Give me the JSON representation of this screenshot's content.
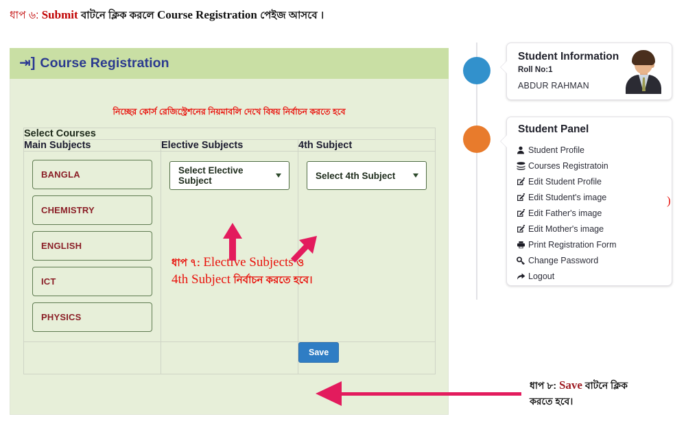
{
  "annotations": {
    "step6": {
      "prefix": "ধাপ ৬:",
      "en_red": "Submit",
      "bn_mid": "বাটনে ক্লিক করলে",
      "en_dark": "Course Registration",
      "bn_end": "পেইজ আসবে  ।"
    },
    "step7": {
      "line1_prefix": "ধাপ ৭:",
      "line1_serif": "Elective Subjects",
      "line1_suffix": "ও",
      "line2_serif": "4th Subject",
      "line2_bn": "নির্বাচন করতে হবে।"
    },
    "step8": {
      "prefix": "ধাপ ৮:",
      "en_red": "Save",
      "bn_mid": "বাটনে ক্লিক",
      "bn_end": "করতে হবে।"
    },
    "edge_bracket": ")"
  },
  "card": {
    "header_icon": "sign-in-icon",
    "header_title": "Course Registration",
    "notice": "নিচ্ছের কোর্স রেজিস্ট্রেশনের নিয়মাবলি দেখে বিষয় নির্বাচন করতে হবে"
  },
  "table": {
    "section_title": "Select Courses",
    "columns": [
      "Main Subjects",
      "Elective Subjects",
      "4th Subject"
    ],
    "main_subjects": [
      "BANGLA",
      "CHEMISTRY",
      "ENGLISH",
      "ICT",
      "PHYSICS"
    ],
    "elective_select": {
      "value": "Select Elective Subject",
      "caret": "chevron-down-icon"
    },
    "fourth_select": {
      "value": "Select 4th Subject",
      "caret": "chevron-down-icon"
    },
    "save_label": "Save"
  },
  "student_info": {
    "title": "Student Information",
    "roll": "Roll No:1",
    "name": "ABDUR RAHMAN"
  },
  "student_panel": {
    "title": "Student Panel",
    "items": [
      {
        "icon": "user-icon",
        "label": "Student Profile"
      },
      {
        "icon": "stack-icon",
        "label": "Courses Registratoin"
      },
      {
        "icon": "edit-icon",
        "label": "Edit Student Profile"
      },
      {
        "icon": "edit-icon",
        "label": "Edit Student's image"
      },
      {
        "icon": "edit-icon",
        "label": "Edit Father's image"
      },
      {
        "icon": "edit-icon",
        "label": "Edit Mother's image"
      },
      {
        "icon": "printer-icon",
        "label": "Print Registration Form"
      },
      {
        "icon": "key-icon",
        "label": "Change Password"
      },
      {
        "icon": "logout-arrow-icon",
        "label": "Logout"
      }
    ]
  },
  "colors": {
    "card_bg": "#e7efd9",
    "header_bg": "#c9dfa4",
    "header_text": "#2b3a8f",
    "notice_red": "#e8120c",
    "subject_text": "#8b1f27",
    "save_blue": "#2f7dc4",
    "arrow_pink": "#e31b5d",
    "dot_blue": "#3291cc",
    "dot_orange": "#e87b2c"
  }
}
